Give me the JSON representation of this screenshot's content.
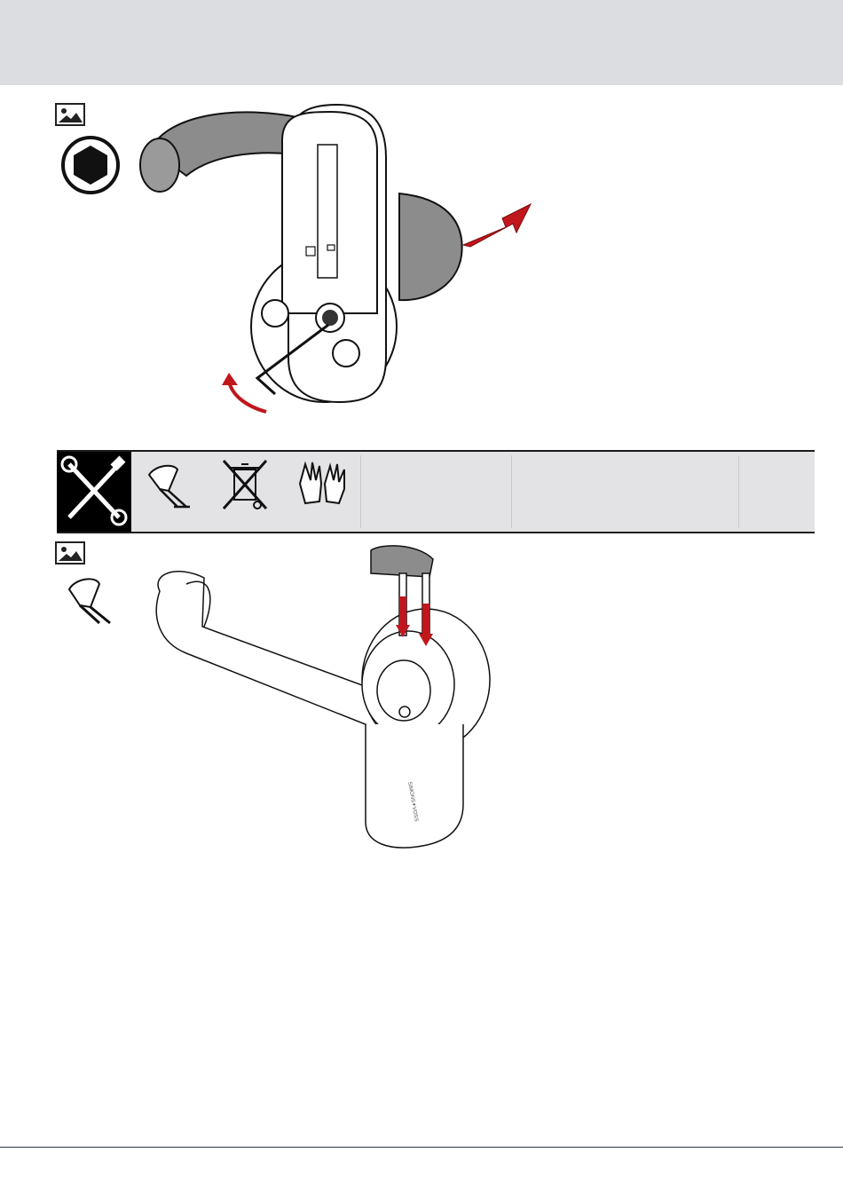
{
  "header": {
    "band_color": "#dcdde1"
  },
  "step_1": {
    "badge_icon": "image-icon",
    "tool_icon": "hex-key-icon",
    "illustration": "handle-removal-illustration",
    "arrow_color": "#c0171d"
  },
  "toolbar": {
    "icons": [
      "tools-icon",
      "stand-icon",
      "weee-bin-icon",
      "gloves-icon"
    ],
    "cells": [
      "",
      "",
      ""
    ]
  },
  "step_2": {
    "badge_icon": "image-icon",
    "tool_icon": "stand-icon",
    "illustration": "stand-insertion-illustration",
    "device_label": "SIMONS✦VOSS"
  },
  "colors": {
    "accent": "#c0171d",
    "handle_grey": "#8c8c8c",
    "toolbar": "#e3e3e5"
  }
}
